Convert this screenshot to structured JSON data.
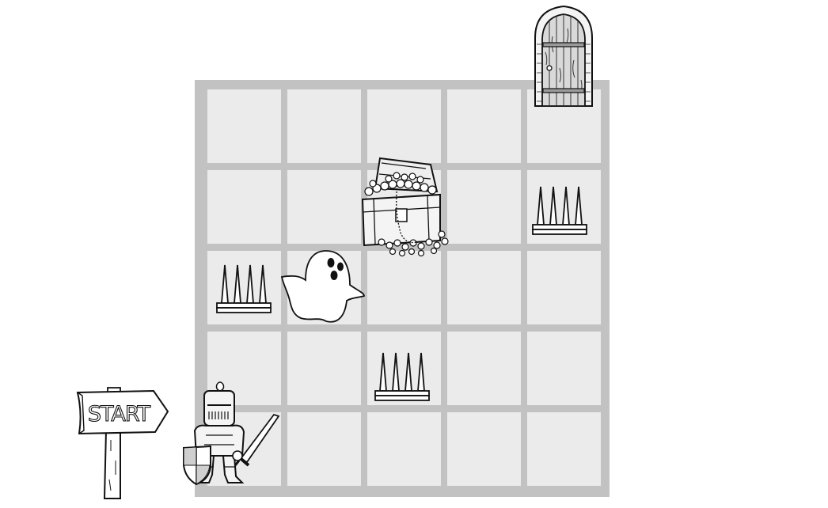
{
  "game": {
    "grid": {
      "rows": 5,
      "cols": 5
    },
    "start_sign": {
      "label": "START"
    },
    "pieces": [
      {
        "type": "door",
        "icon": "door-icon",
        "row": 0,
        "col": 4
      },
      {
        "type": "treasure",
        "icon": "treasure-chest-icon",
        "row": 1,
        "col": 2
      },
      {
        "type": "spikes",
        "icon": "spikes-icon",
        "row": 1,
        "col": 4
      },
      {
        "type": "spikes",
        "icon": "spikes-icon",
        "row": 2,
        "col": 0
      },
      {
        "type": "ghost",
        "icon": "ghost-icon",
        "row": 2,
        "col": 1
      },
      {
        "type": "spikes",
        "icon": "spikes-icon",
        "row": 3,
        "col": 2
      },
      {
        "type": "knight",
        "icon": "knight-icon",
        "row": 4,
        "col": 0
      }
    ],
    "colors": {
      "board_border": "#c2c2c2",
      "cell": "#ebebeb",
      "outline": "#111111"
    }
  }
}
